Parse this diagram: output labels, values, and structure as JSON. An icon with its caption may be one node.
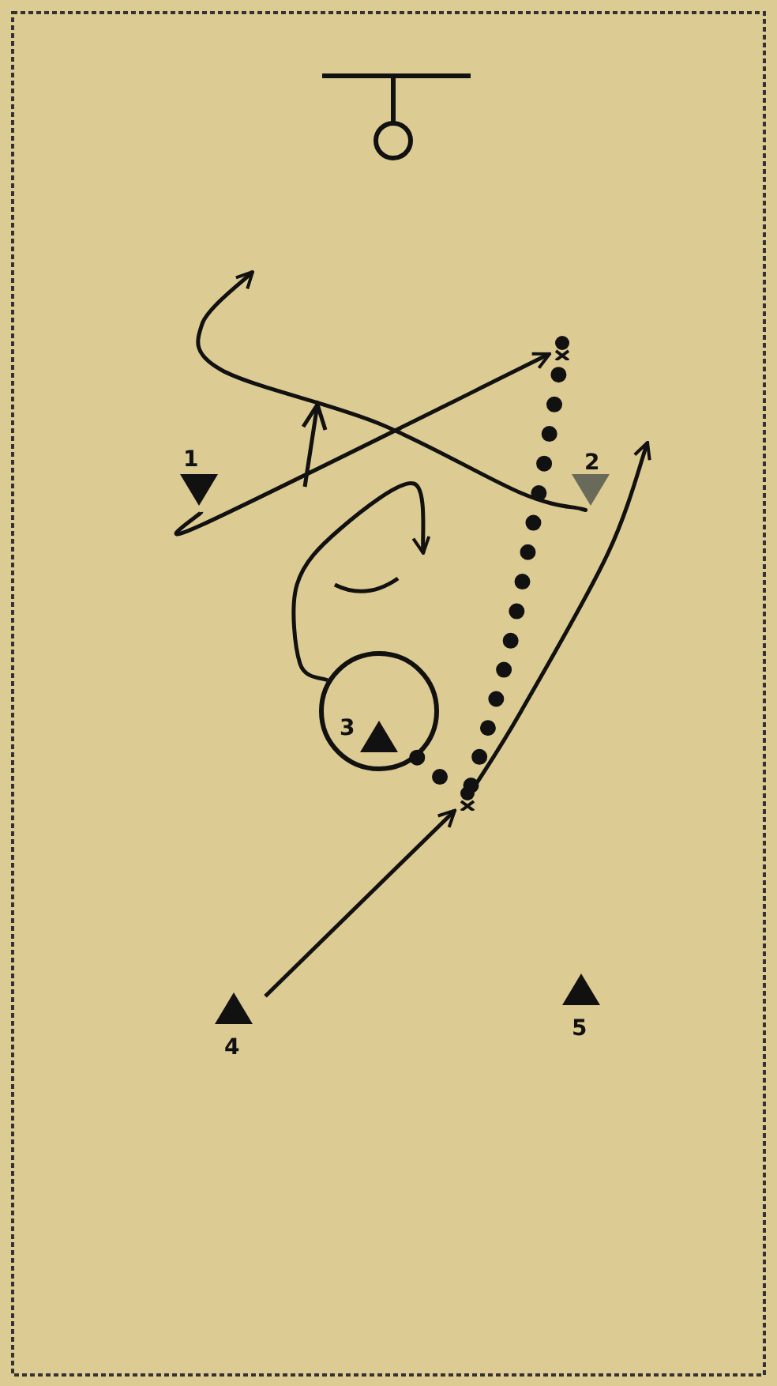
{
  "diagram": {
    "nodes": [
      {
        "text": [
          "1"
        ]
      },
      {
        "text": [
          "2"
        ]
      },
      {
        "text": [
          "3"
        ]
      },
      {
        "text": [
          "4"
        ]
      },
      {
        "text": [
          "5"
        ]
      },
      {
        "text": [],
        "shape": "dot"
      },
      {
        "text": [],
        "shape": "dot"
      }
    ],
    "edges": [
      {
        "from": 0,
        "to": 5,
        "arrow": "to"
      },
      {
        "from": 1,
        "to": null,
        "arrow": "to"
      },
      {
        "from": 2,
        "to": null,
        "arrow": "to"
      },
      {
        "from": 3,
        "to": 6,
        "arrow": "to"
      },
      {
        "from": 6,
        "to": null,
        "arrow": "to"
      },
      {
        "from": 2,
        "to": 6,
        "arrow": "none",
        "style": "dashed"
      },
      {
        "from": 6,
        "to": 5,
        "arrow": "none",
        "style": "dashed"
      }
    ]
  }
}
